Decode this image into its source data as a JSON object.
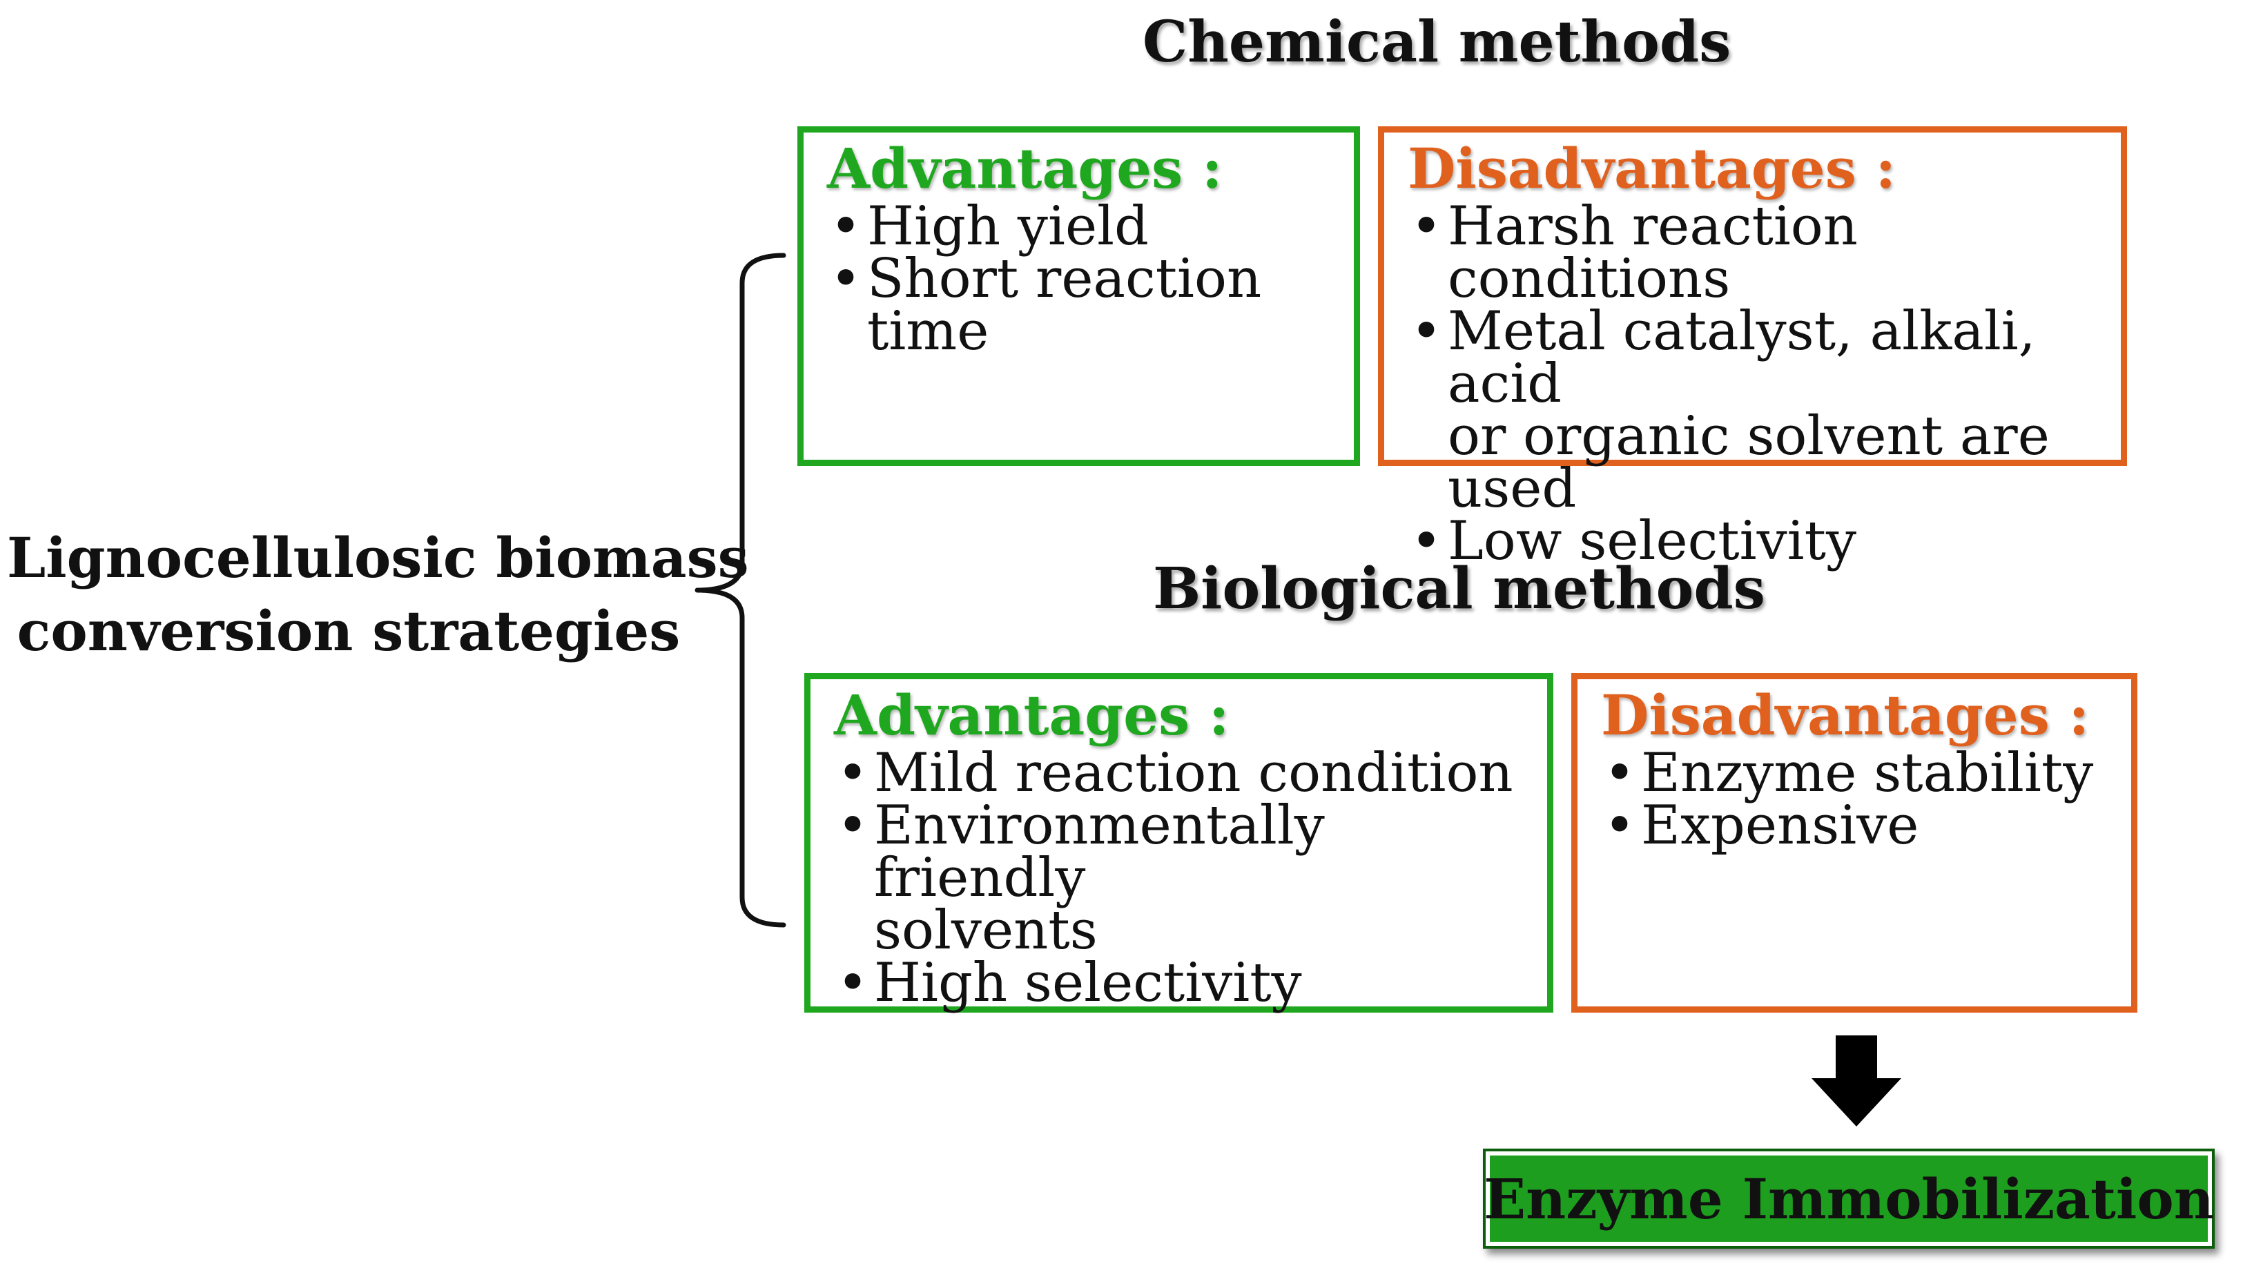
{
  "colors": {
    "advantage_green": "#1fa81f",
    "disadvantage_orange": "#e0601e",
    "result_fill": "#1e9e1e"
  },
  "root": {
    "line1": "Lignocellulosic biomass",
    "line2": "conversion strategies"
  },
  "chemical": {
    "heading": "Chemical methods",
    "advantages": {
      "title": "Advantages :",
      "items": [
        "High yield",
        "Short reaction time"
      ]
    },
    "disadvantages": {
      "title": "Disadvantages :",
      "items": [
        "Harsh reaction conditions",
        "Metal catalyst, alkali, acid\nor organic solvent are used",
        "Low selectivity"
      ]
    }
  },
  "biological": {
    "heading": "Biological methods",
    "advantages": {
      "title": "Advantages :",
      "items": [
        "Mild reaction condition",
        "Environmentally friendly\nsolvents",
        "High selectivity"
      ]
    },
    "disadvantages": {
      "title": "Disadvantages :",
      "items": [
        "Enzyme stability",
        "Expensive"
      ]
    }
  },
  "result": {
    "label": "Enzyme Immobilization",
    "arrow_icon": "down-arrow-icon"
  }
}
